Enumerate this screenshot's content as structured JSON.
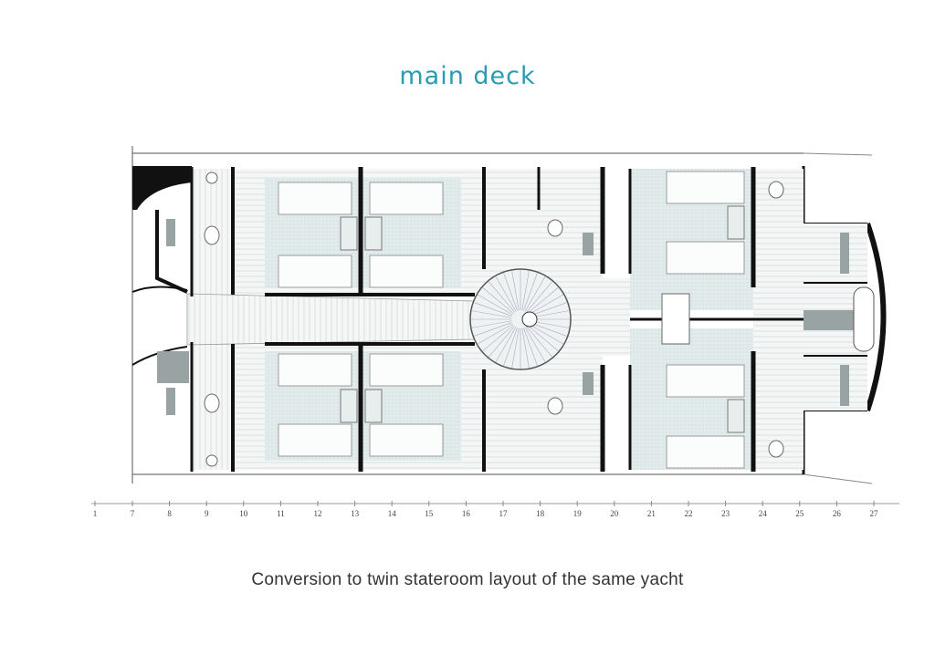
{
  "title": "main deck",
  "caption": "Conversion to twin stateroom layout of the  same yacht",
  "frames": [
    "1",
    "7",
    "8",
    "9",
    "10",
    "11",
    "12",
    "13",
    "14",
    "15",
    "16",
    "17",
    "18",
    "19",
    "20",
    "21",
    "22",
    "23",
    "24",
    "25",
    "26",
    "27"
  ],
  "colors": {
    "title": "#2a9bb0",
    "wall": "#111111",
    "floor": "#e3ecec",
    "wet": "#9aa3a3"
  }
}
